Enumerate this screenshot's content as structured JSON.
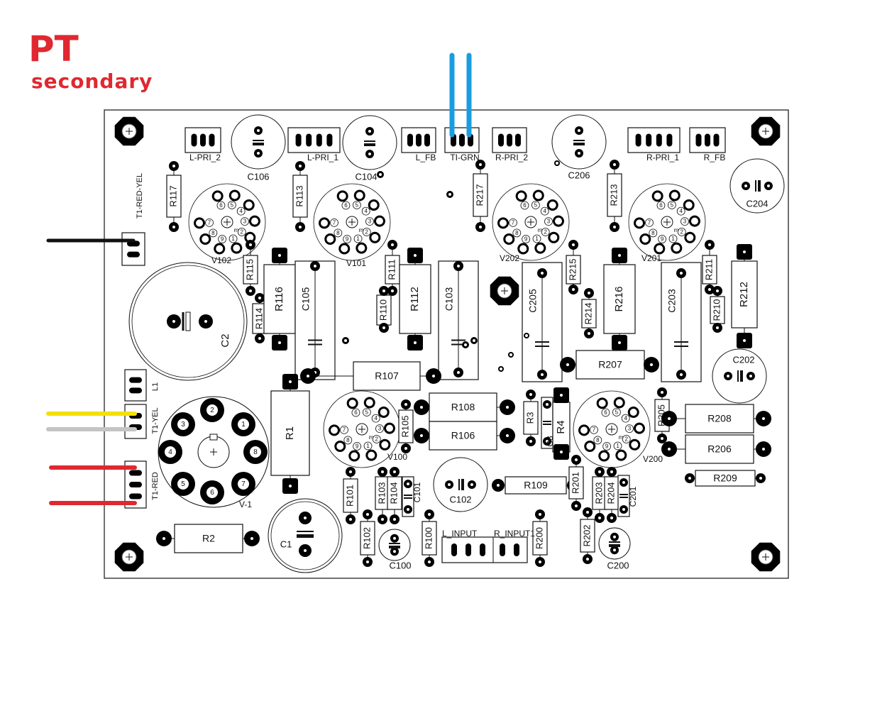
{
  "title": {
    "main": "PT",
    "sub": "secondary"
  },
  "colors": {
    "wire_blue": "#1a9de0",
    "wire_black": "#111111",
    "wire_yellow": "#f5e000",
    "wire_gray": "#c4c4c4",
    "wire_red": "#e02830",
    "title_red": "#e02830"
  },
  "labels": {
    "L_PRI_2": "L-PRI_2",
    "L_PRI_1": "L-PRI_1",
    "L_FB": "L_FB",
    "TI_GRN": "TI-GRN",
    "R_PRI_2": "R-PRI_2",
    "R_PRI_1": "R-PRI_1",
    "R_FB": "R_FB",
    "C106": "C106",
    "C104": "C104",
    "C206": "C206",
    "C204": "C204",
    "R117": "R117",
    "R113": "R113",
    "R217": "R217",
    "R213": "R213",
    "V102": "V102",
    "V101": "V101",
    "V202": "V202",
    "V201": "V201",
    "T1_RED_YEL": "T1-RED-YEL",
    "R115": "R115",
    "R114": "R114",
    "R116": "R116",
    "C105": "C105",
    "R111": "R111",
    "R110": "R110",
    "R112": "R112",
    "C103": "C103",
    "C205": "C205",
    "R215": "R215",
    "R214": "R214",
    "R216": "R216",
    "C203": "C203",
    "R211": "R211",
    "R210": "R210",
    "R212": "R212",
    "C2": "C2",
    "C202": "C202",
    "R107": "R107",
    "R207": "R207",
    "L1": "L1",
    "T1_YEL": "T1-YEL",
    "T1_RED": "T1-RED",
    "R1": "R1",
    "V_1": "V-1",
    "R108": "R108",
    "R106": "R106",
    "R105": "R105",
    "V100": "V100",
    "R3": "R3",
    "C3": "C3",
    "R4": "R4",
    "R205": "R205",
    "V200": "V200",
    "R208": "R208",
    "R206": "R206",
    "R209": "R209",
    "C102": "C102",
    "R109": "R109",
    "R101": "R101",
    "R103": "R103",
    "R104": "R104",
    "C101": "C101",
    "R201": "R201",
    "R203": "R203",
    "R204": "R204",
    "C201": "C201",
    "R2": "R2",
    "C1": "C1",
    "R102": "R102",
    "C100": "C100",
    "R100": "R100",
    "L_INPUT": "L_INPUT",
    "R_INPUT1": "R_INPUT1",
    "R200": "R200",
    "R202": "R202",
    "C200": "C200",
    "pin1": "1",
    "pin2": "2",
    "pin3": "3",
    "pin4": "4",
    "pin5": "5",
    "pin6": "6",
    "pin7": "7",
    "pin8": "8",
    "pin9": "9",
    "m": "m",
    "plus": "+"
  }
}
